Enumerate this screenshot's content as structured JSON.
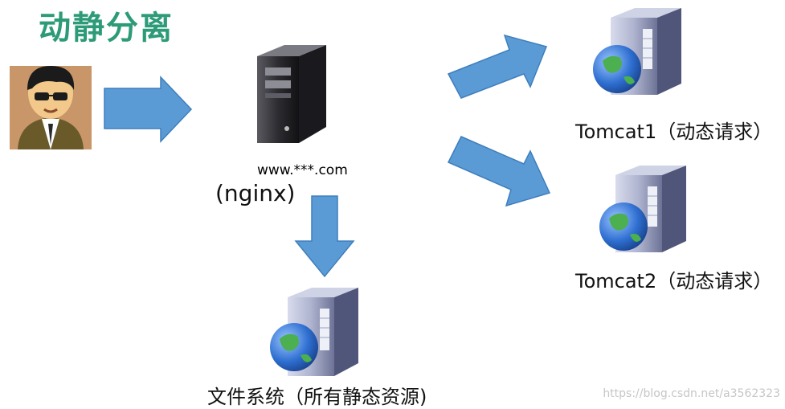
{
  "title": "动静分离",
  "domain": "www.***.com",
  "nginx_label": "(nginx)",
  "tomcat1_label": "Tomcat1（动态请求）",
  "tomcat2_label": "Tomcat2（动态请求）",
  "filesystem_label": "文件系统（所有静态资源)",
  "watermark": "https://blog.csdn.net/a3562323",
  "colors": {
    "title": "#2e9b78",
    "arrow": "#5b9bd5",
    "arrow_stroke": "#3e7ebd",
    "server_dark": "#2b2b2e",
    "server_light": "#b9bdd3",
    "globe": "#2f6fd1"
  }
}
